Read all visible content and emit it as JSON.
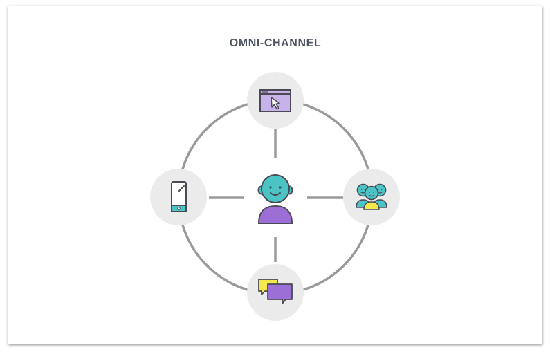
{
  "title": "OMNI-CHANNEL",
  "nodes": [
    {
      "id": "center",
      "icon": "customer-avatar-icon"
    },
    {
      "id": "top",
      "icon": "browser-cursor-icon"
    },
    {
      "id": "left",
      "icon": "smartphone-icon"
    },
    {
      "id": "right",
      "icon": "group-of-people-icon"
    },
    {
      "id": "bottom",
      "icon": "chat-bubbles-icon"
    }
  ],
  "colors": {
    "ring": "#9a9a9a",
    "node_bg": "#ebebeb",
    "outline": "#4a4a55",
    "teal": "#4cc3c5",
    "purple": "#9b6fd6",
    "lavender": "#c7b2ea",
    "yellow": "#f4e84a",
    "title": "#4f5563"
  }
}
